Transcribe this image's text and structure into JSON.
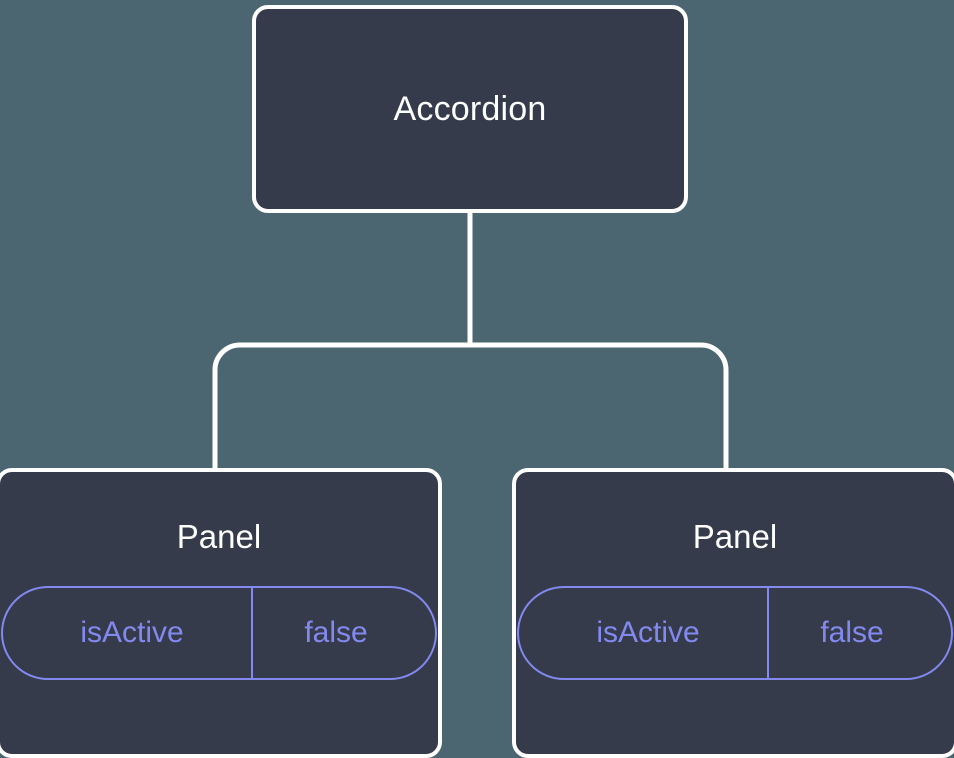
{
  "theme": {
    "background": "#4b6670",
    "node_fill": "#353b4a",
    "node_border": "#ffffff",
    "node_label": "#ffffff",
    "accent": "#8489f0",
    "connector": "#ffffff"
  },
  "diagram": {
    "type": "component-tree",
    "root": {
      "label": "Accordion"
    },
    "children": [
      {
        "label": "Panel",
        "state": {
          "key": "isActive",
          "value": "false"
        }
      },
      {
        "label": "Panel",
        "state": {
          "key": "isActive",
          "value": "false"
        }
      }
    ]
  }
}
